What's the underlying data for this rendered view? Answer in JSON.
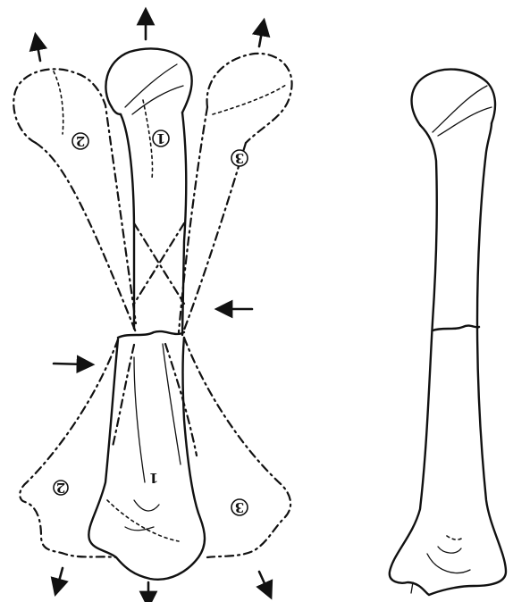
{
  "figure": {
    "labels": {
      "pos_1_upper": "1",
      "pos_2_upper": "2",
      "pos_3_upper": "3",
      "pos_1_lower": "1",
      "pos_2_lower": "2",
      "pos_3_lower": "3"
    },
    "icons": [
      "arrow-up-icon",
      "arrow-down-icon",
      "arrow-left-icon",
      "arrow-right-icon"
    ]
  }
}
